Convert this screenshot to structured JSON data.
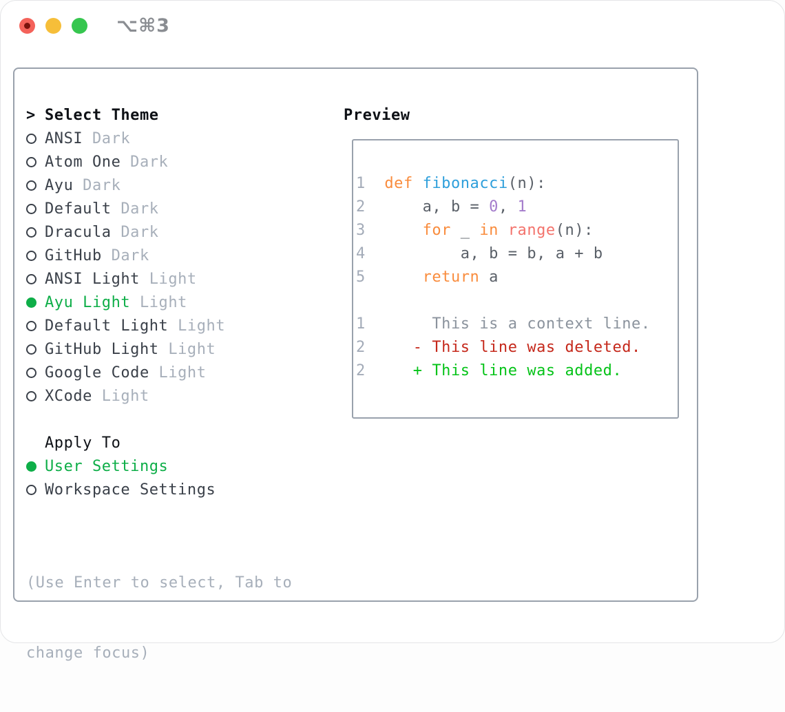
{
  "window": {
    "title": "⌥⌘3",
    "buttons": [
      "close",
      "minimize",
      "zoom"
    ]
  },
  "sidebar": {
    "header": {
      "marker": ">",
      "label": "Select Theme"
    },
    "themes": [
      {
        "name": "ANSI",
        "variant": "Dark",
        "selected": false
      },
      {
        "name": "Atom One",
        "variant": "Dark",
        "selected": false
      },
      {
        "name": "Ayu",
        "variant": "Dark",
        "selected": false
      },
      {
        "name": "Default",
        "variant": "Dark",
        "selected": false
      },
      {
        "name": "Dracula",
        "variant": "Dark",
        "selected": false
      },
      {
        "name": "GitHub",
        "variant": "Dark",
        "selected": false
      },
      {
        "name": "ANSI Light",
        "variant": "Light",
        "selected": false
      },
      {
        "name": "Ayu Light",
        "variant": "Light",
        "selected": true
      },
      {
        "name": "Default Light",
        "variant": "Light",
        "selected": false
      },
      {
        "name": "GitHub Light",
        "variant": "Light",
        "selected": false
      },
      {
        "name": "Google Code",
        "variant": "Light",
        "selected": false
      },
      {
        "name": "XCode",
        "variant": "Light",
        "selected": false
      }
    ],
    "apply_to": {
      "label": "Apply To",
      "options": [
        {
          "name": "User Settings",
          "selected": true
        },
        {
          "name": "Workspace Settings",
          "selected": false
        }
      ]
    },
    "hint_lines": [
      "(Use Enter to select, Tab to",
      "change focus)"
    ]
  },
  "preview": {
    "title": "Preview",
    "lines": [
      {
        "num": "1",
        "tokens": [
          [
            "  ",
            "pl"
          ],
          [
            "def",
            "kw"
          ],
          [
            " ",
            "pl"
          ],
          [
            "fibonacci",
            "fn"
          ],
          [
            "(n):",
            "pl"
          ]
        ]
      },
      {
        "num": "2",
        "tokens": [
          [
            "      a, b = ",
            "pl"
          ],
          [
            "0",
            "lit"
          ],
          [
            ", ",
            "pl"
          ],
          [
            "1",
            "lit"
          ]
        ]
      },
      {
        "num": "3",
        "tokens": [
          [
            "      ",
            "pl"
          ],
          [
            "for",
            "kw"
          ],
          [
            " _ ",
            "pl"
          ],
          [
            "in",
            "kw"
          ],
          [
            " ",
            "pl"
          ],
          [
            "range",
            "call"
          ],
          [
            "(n):",
            "pl"
          ]
        ]
      },
      {
        "num": "4",
        "tokens": [
          [
            "          a, b = b, a + b",
            "pl"
          ]
        ]
      },
      {
        "num": "5",
        "tokens": [
          [
            "      ",
            "pl"
          ],
          [
            "return",
            "kw"
          ],
          [
            " a",
            "pl"
          ]
        ]
      },
      {
        "num": "",
        "tokens": []
      },
      {
        "num": "1",
        "tokens": [
          [
            "       This is a context line.",
            "ctx"
          ]
        ]
      },
      {
        "num": "2",
        "tokens": [
          [
            "     - This line was deleted.",
            "del"
          ]
        ]
      },
      {
        "num": "2",
        "tokens": [
          [
            "     + This line was added.",
            "add"
          ]
        ]
      }
    ]
  },
  "colors": {
    "accent-green": "#0EAE48",
    "item-text": "#3A4049",
    "variant-text": "#A7AFBA",
    "header-text": "#0E1116",
    "hint-text": "#A7AFBA",
    "panel-border": "#99A1AC",
    "title-text": "#8A8D92",
    "line-num": "#A3ABB8",
    "kw": "#F98C3D",
    "fn": "#2E9FDB",
    "call": "#F3736C",
    "lit": "#A37BCB",
    "pl": "#5A6068",
    "ctx": "#8B939D",
    "del": "#C5281B",
    "add": "#04C318",
    "traffic-red": "#F4625A",
    "traffic-red-dot": "#7A120C",
    "traffic-yellow": "#F6BE39",
    "traffic-green": "#36C64F"
  }
}
